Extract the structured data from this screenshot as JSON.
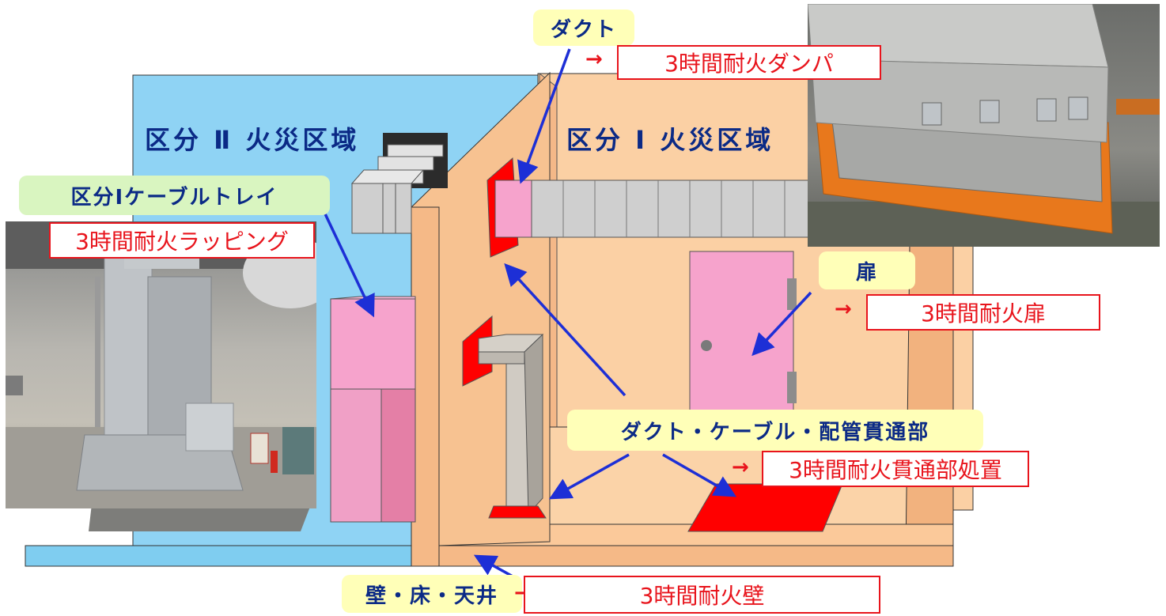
{
  "zones": {
    "division2": "区分 Ⅱ  火災区域",
    "division1": "区分 Ⅰ  火災区域"
  },
  "callouts": {
    "duct": "ダクト",
    "cable_tray": "区分Ⅰケーブルトレイ",
    "door": "扉",
    "penetration": "ダクト・ケーブル・配管貫通部",
    "wall_floor_ceiling": "壁・床・天井"
  },
  "measures": {
    "damper": "3時間耐火ダンパ",
    "wrapping": "3時間耐火ラッピング",
    "door": "3時間耐火扉",
    "penetration": "3時間耐火貫通部処置",
    "wall": "3時間耐火壁"
  },
  "arrow_glyph": "→",
  "colors": {
    "division2_area": "#8fd3f4",
    "division1_area": "#fbd0a4",
    "fire_seal": "#ff0000",
    "pink": "#f6a3cc",
    "label_text": "#0b2a86",
    "measure_text": "#e8141c",
    "pointer": "#1d2fd6"
  }
}
